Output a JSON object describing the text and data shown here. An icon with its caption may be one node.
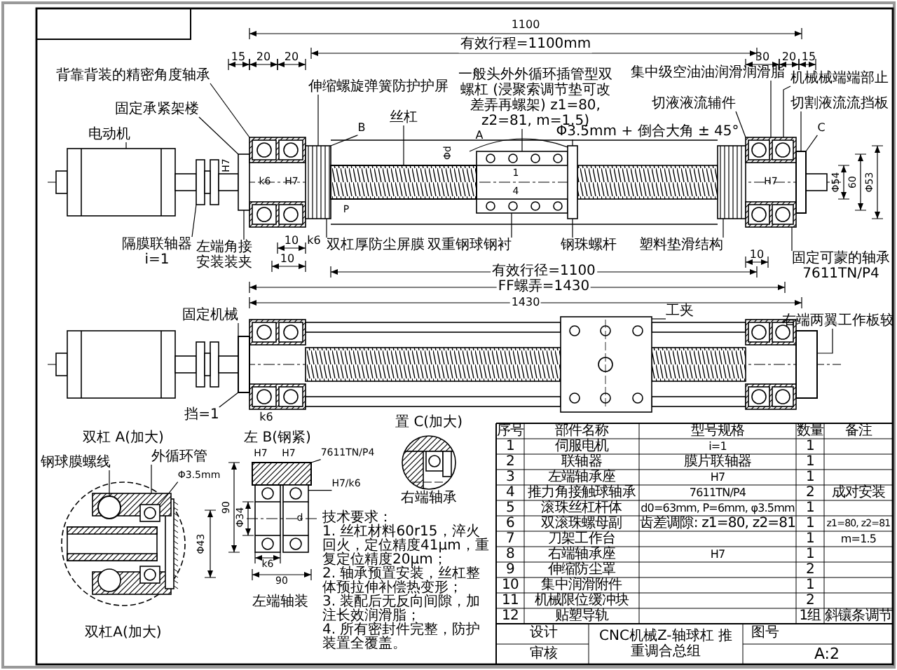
{
  "diagram": {
    "nodes": [
      {
        "text": [
          "电动机"
        ]
      },
      {
        "text": [
          "背靠背装的精密角度轴承"
        ]
      },
      {
        "text": [
          "固定承紧架楼"
        ]
      },
      {
        "text": [
          "伸缩螺旋弹簧防护护屏"
        ]
      },
      {
        "text": [
          "B"
        ]
      },
      {
        "text": [
          "丝杠"
        ]
      },
      {
        "text": [
          "一般头外外循环插管型双螺杠 (浸聚索调节垫可改差弄再螺架) z1=80, z2=81, m=1.5)"
        ]
      },
      {
        "text": [
          "Φ3.5mm + 倒合大角 ± 45°"
        ]
      },
      {
        "text": [
          "切液液流辅件"
        ]
      },
      {
        "text": [
          "集中级空油油润滑润滑脂"
        ]
      },
      {
        "text": [
          "机械械端端部止"
        ]
      },
      {
        "text": [
          "切割液流流挡板"
        ]
      },
      {
        "text": [
          "C"
        ]
      },
      {
        "text": [
          "隔膜联轴器",
          "i=1"
        ]
      },
      {
        "text": [
          "左端角接安装装夹"
        ]
      },
      {
        "text": [
          "双杠厚防尘屏膜"
        ]
      },
      {
        "text": [
          "双重钢球钢衬"
        ]
      },
      {
        "text": [
          "钢珠螺杆"
        ]
      },
      {
        "text": [
          "塑料垫滑结构"
        ]
      },
      {
        "text": [
          "固定可蒙的轴承",
          "7611TN/P4"
        ]
      },
      {
        "text": [
          "固定机械"
        ]
      },
      {
        "text": [
          "挡=1"
        ]
      },
      {
        "text": [
          "工夹"
        ]
      },
      {
        "text": [
          "右端两翼工作板较"
        ]
      },
      {
        "text": [
          "钢球膜螺线"
        ]
      },
      {
        "text": [
          "外循环管"
        ]
      },
      {
        "text": [
          "Φ3.5mm"
        ]
      },
      {
        "text": [
          "7611TN/P4"
        ]
      },
      {
        "text": [
          "H7/k6"
        ]
      },
      {
        "text": [],
        "shape": "picture"
      },
      {
        "text": [],
        "shape": "picture"
      },
      {
        "text": [],
        "shape": "picture"
      },
      {
        "text": [],
        "shape": "picture"
      },
      {
        "text": [],
        "shape": "picture"
      },
      {
        "text": [],
        "shape": "box"
      },
      {
        "text": [],
        "shape": "picture"
      },
      {
        "text": [],
        "shape": "picture"
      },
      {
        "text": [],
        "shape": "picture"
      },
      {
        "text": [],
        "shape": "picture"
      },
      {
        "text": [],
        "shape": "picture"
      },
      {
        "text": [],
        "shape": "picture"
      },
      {
        "text": [],
        "shape": "box"
      },
      {
        "text": [],
        "shape": "box"
      },
      {
        "text": [],
        "shape": "picture"
      },
      {
        "text": [],
        "shape": "box"
      },
      {
        "text": [],
        "shape": "picture"
      },
      {
        "text": [],
        "shape": "circle"
      },
      {
        "text": [],
        "shape": "picture"
      },
      {
        "text": [],
        "shape": "box"
      },
      {
        "text": [],
        "shape": "picture"
      }
    ],
    "edges": [
      {
        "from": 0,
        "to": 29,
        "arrow": "none"
      },
      {
        "from": 1,
        "to": 32,
        "arrow": "none"
      },
      {
        "from": 2,
        "to": 31,
        "arrow": "none"
      },
      {
        "from": 3,
        "to": 33,
        "arrow": "none"
      },
      {
        "from": 4,
        "to": 33,
        "arrow": "none"
      },
      {
        "from": 5,
        "to": 34,
        "arrow": "none"
      },
      {
        "from": 6,
        "to": 35,
        "arrow": "none"
      },
      {
        "from": 7,
        "to": 37,
        "arrow": "none"
      },
      {
        "from": 8,
        "to": 39,
        "arrow": "none"
      },
      {
        "from": 9,
        "to": 39,
        "arrow": "none"
      },
      {
        "from": 10,
        "to": 39,
        "arrow": "none"
      },
      {
        "from": 11,
        "to": 41,
        "arrow": "none"
      },
      {
        "from": 12,
        "to": 41,
        "arrow": "none"
      },
      {
        "from": 13,
        "to": 30,
        "arrow": "none"
      },
      {
        "from": 14,
        "to": 31,
        "arrow": "none"
      },
      {
        "from": 15,
        "to": 33,
        "arrow": "none"
      },
      {
        "from": 16,
        "to": 36,
        "arrow": "none"
      },
      {
        "from": 17,
        "to": 37,
        "arrow": "none"
      },
      {
        "from": 18,
        "to": 38,
        "arrow": "none"
      },
      {
        "from": 19,
        "to": 40,
        "arrow": "none"
      },
      {
        "from": 20,
        "to": 42,
        "arrow": "none"
      },
      {
        "from": 21,
        "to": 42,
        "arrow": "none"
      },
      {
        "from": 22,
        "to": 43,
        "arrow": "none"
      },
      {
        "from": 23,
        "to": 44,
        "arrow": "none"
      },
      {
        "from": 24,
        "to": 46,
        "arrow": "none"
      },
      {
        "from": 25,
        "to": 45,
        "arrow": "none"
      },
      {
        "from": 26,
        "to": 47,
        "arrow": "none"
      },
      {
        "from": 27,
        "to": 48,
        "arrow": "none"
      },
      {
        "from": 28,
        "to": 49,
        "arrow": "none"
      }
    ],
    "labels": [
      "1100",
      "有效行程=1100mm",
      "15",
      "20",
      "20",
      "30",
      "20",
      "15",
      "A",
      "H7",
      "k6",
      "H7",
      "Φd",
      "P",
      "1",
      "4",
      "H7",
      "Φ54",
      "60",
      "Φ53",
      "10",
      "k6",
      "10",
      "有效行径=1100",
      "FF螺弄=1430",
      "10",
      "1430",
      "k6",
      "双杠 A(加大)",
      "Φ43",
      "双杠A(加大)",
      "左 B(钢紧)",
      "H7",
      "H7",
      "90",
      "Φ34",
      "d",
      "k6",
      "90",
      "左端轴装",
      "置 C(加大)",
      "右端轴承",
      "技术要求：",
      "1. 丝杠材料60r15，淬火回火，定位精度41μm，重复定位精度20μm；",
      "2. 轴承预置安装，丝杠整体预拉伸补偿热变形；",
      "3. 装配后无反向间隙，加注长效润滑脂；",
      "4. 所有密封件完整，防护装置全覆盖。",
      "序号",
      "部件名称",
      "型号规格",
      "数量",
      "备注",
      "1",
      "伺服电机",
      "i=1",
      "1",
      "2",
      "联轴器",
      "膜片联轴器",
      "1",
      "3",
      "左端轴承座",
      "H7",
      "1",
      "4",
      "推力角接触球轴承",
      "7611TN/P4",
      "2",
      "成对安装",
      "5",
      "滚珠丝杠杆体",
      "d0=63mm, P=6mm, φ3.5mm",
      "1",
      "6",
      "双滚珠螺母副",
      "齿差调隙: z1=80, z2=81",
      "1",
      "z1=80, z2=81",
      "7",
      "刀架工作台",
      "1",
      "m=1.5",
      "8",
      "右端轴承座",
      "H7",
      "1",
      "9",
      "伸缩防尘罩",
      "2",
      "10",
      "集中润滑附件",
      "1",
      "11",
      "机械限位缓冲块",
      "2",
      "12",
      "贴塑导轨",
      "1组",
      "斜镶条调节",
      "设计",
      "审核",
      "CNC机械Z-轴球杠 推重调合总组",
      "图号",
      "A:2"
    ]
  }
}
